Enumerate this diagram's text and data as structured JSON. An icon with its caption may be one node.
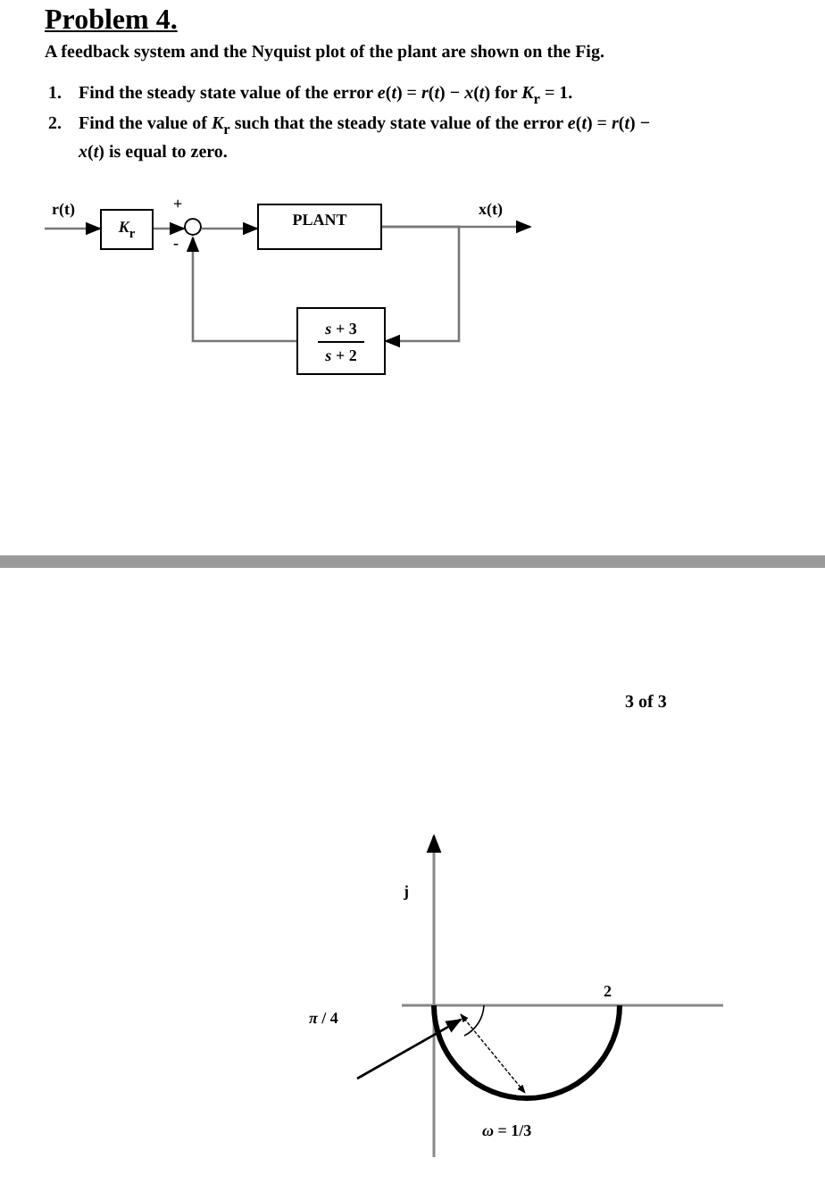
{
  "diagram": {
    "title": "Problem 4.",
    "nodes": [
      {
        "text": [
          "*K*$_{r}$"
        ]
      },
      {
        "text": [],
        "shape": "circle",
        "beside": [
          "+",
          "-"
        ]
      },
      {
        "text": [
          "PLANT"
        ]
      },
      {
        "text": [
          "*s* + 3",
          "*s* + 2"
        ]
      }
    ],
    "edges": [
      {
        "from": null,
        "to": 0,
        "arrow": "to",
        "label": "r(t)"
      },
      {
        "from": 0,
        "to": 1,
        "arrow": "to"
      },
      {
        "from": 1,
        "to": 2,
        "arrow": "to"
      },
      {
        "from": 2,
        "to": null,
        "arrow": "to",
        "label": "x(t)"
      },
      {
        "from": 2,
        "to": 3,
        "arrow": "to"
      },
      {
        "from": 3,
        "to": 1,
        "arrow": "to"
      }
    ],
    "labels": [
      "A feedback system and the Nyquist plot of the plant are shown on the Fig.",
      "1.",
      "Find the steady state value of the error *e*(*t*) = *r*(*t*) − *x*(*t*) for *K*$_{r}$ = 1.",
      "2.",
      "Find the value of *K*$_{r}$ such that the steady state value of the error *e*(*t*) = *r*(*t*) − *x*(*t*) is equal to zero.",
      "3 of 3",
      "j",
      "2",
      "*π* / 4",
      "*ω* = 1/3"
    ]
  }
}
